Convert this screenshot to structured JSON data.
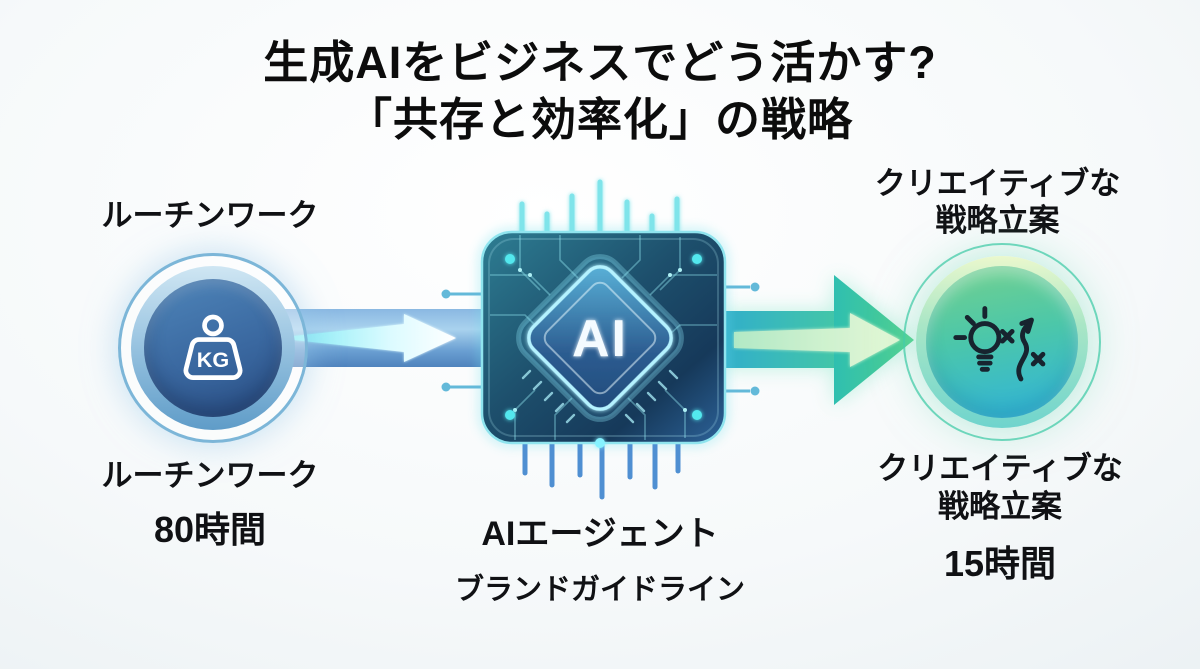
{
  "title": {
    "line1": "生成AIをビジネスでどう活かす?",
    "line2": "「共存と効率化」の戦略"
  },
  "left_flow": {
    "top_label": "ルーチンワーク",
    "icon": "kg-weight-icon",
    "icon_text": "KG",
    "bottom_line1": "ルーチンワーク",
    "bottom_line2": "80時間"
  },
  "center_flow": {
    "chip_text": "AI",
    "bottom_line1": "AIエージェント",
    "bottom_line2": "ブランドガイドライン"
  },
  "right_flow": {
    "top_line1": "クリエイティブな",
    "top_line2": "戦略立案",
    "icon": "lightbulb-strategy-icon",
    "bottom_line1": "クリエイティブな",
    "bottom_line2": "戦略立案",
    "bottom_line3": "15時間"
  },
  "colors": {
    "background_edge": "#e2e9ee",
    "title_text": "#0c0c0c",
    "left_circle_dark": "#2a4f85",
    "left_circle_light": "#4f86ba",
    "blue_arrow_band": "#5a90c8",
    "chip_body": "#1c4a66",
    "chip_glow": "#7fe0ec",
    "teal_arrow": "#35b4cf",
    "green_arrow": "#4fd08a",
    "right_circle_green": "#74d18d",
    "right_circle_blue": "#2fb3dc"
  }
}
